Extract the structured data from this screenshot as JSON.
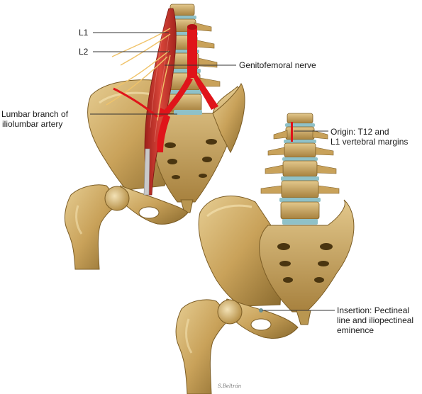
{
  "labels": {
    "l1": "L1",
    "l2": "L2",
    "genitofemoral": "Genitofemoral nerve",
    "lumbar_branch_1": "Lumbar branch of",
    "lumbar_branch_2": "iliolumbar artery",
    "origin_1": "Origin: T12 and",
    "origin_2": "L1 vertebral margins",
    "insertion_1": "Insertion: Pectineal",
    "insertion_2": "line and iliopectineal",
    "insertion_3": "eminence"
  },
  "signature": "S.Beltrán",
  "colors": {
    "bone": "#c9a25a",
    "bone_dark": "#8a6a2e",
    "bone_light": "#e3c88c",
    "disc": "#8fc1c8",
    "muscle": "#c8342c",
    "artery": "#e0141a",
    "nerve": "#f0c36a",
    "leader_line": "#333333"
  }
}
